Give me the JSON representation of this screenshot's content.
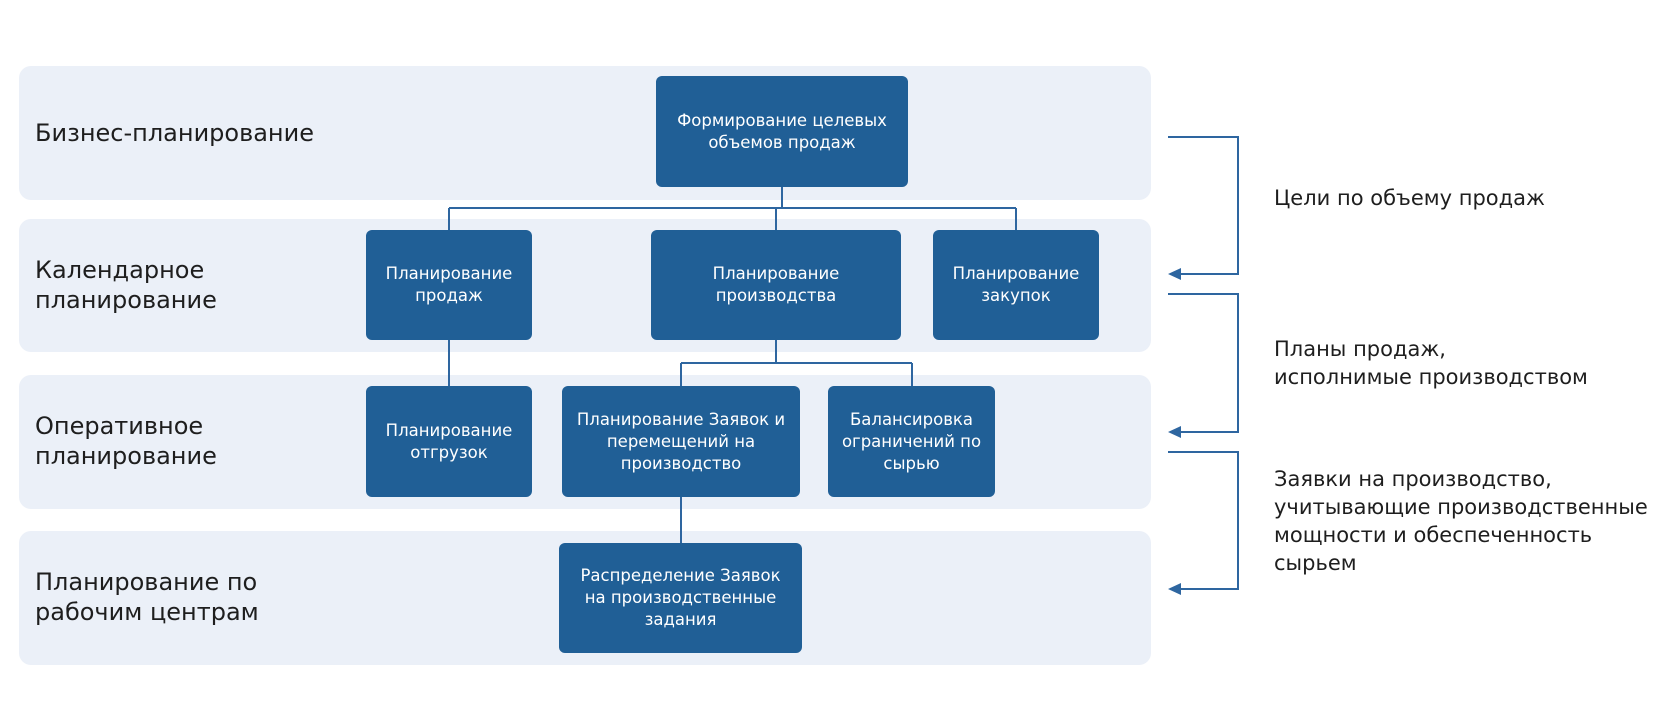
{
  "levels": [
    {
      "label": "Бизнес-планирование"
    },
    {
      "label": "Календарное\nпланирование"
    },
    {
      "label": "Оперативное\nпланирование"
    },
    {
      "label": "Планирование по\nрабочим центрам"
    }
  ],
  "boxes": {
    "target_volumes": "Формирование целевых\nобъемов продаж",
    "sales_planning": "Планирование\nпродаж",
    "production_planning": "Планирование\nпроизводства",
    "purchase_planning": "Планирование\nзакупок",
    "shipment_planning": "Планирование\nотгрузок",
    "orders_transfers_planning": "Планирование Заявок и\nперемещений на\nпроизводство",
    "raw_constraints_balancing": "Балансировка\nограничений по\nсырью",
    "orders_distribution": "Распределение Заявок\nна производственные\nзадания"
  },
  "notes": [
    {
      "text": "Цели по объему продаж"
    },
    {
      "text": "Планы продаж,\nисполнимые производством"
    },
    {
      "text": "Заявки на производство,\nучитывающие производственные\nмощности и обеспеченность\nсырьем"
    }
  ],
  "colors": {
    "band": "#ebf0f8",
    "box": "#205f96",
    "connector": "#2e66a0",
    "text": "#1e1e1e"
  }
}
